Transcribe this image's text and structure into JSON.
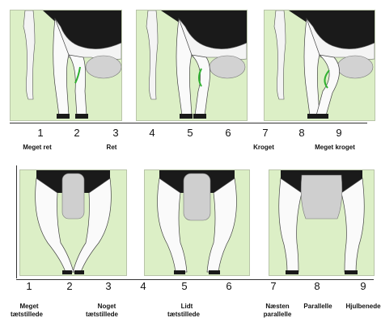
{
  "top_row": {
    "scale_numbers": [
      "1",
      "2",
      "3",
      "4",
      "5",
      "6",
      "7",
      "8",
      "9"
    ],
    "labels": {
      "l1": "Meget ret",
      "l3": "Ret",
      "l7": "Kroget",
      "l9": "Meget  kroget"
    }
  },
  "bottom_row": {
    "scale_numbers": [
      "1",
      "2",
      "3",
      "4",
      "5",
      "6",
      "7",
      "8",
      "9"
    ],
    "labels": {
      "l1a": "Meget",
      "l1b": "tætstillede",
      "l3a": "Noget",
      "l3b": "tætstillede",
      "l5a": "Lidt",
      "l5b": "tætstillede",
      "l7a": "Næsten",
      "l7b": "parallelle",
      "l8": "Parallelle",
      "l9": "Hjulbenede"
    }
  },
  "colors": {
    "panel_bg": "#dcefc6",
    "leg_white": "#ffffff",
    "cow_black": "#1a1a1a",
    "udder_gray": "#cfcfcf",
    "hock_mark": "#2fb030"
  }
}
